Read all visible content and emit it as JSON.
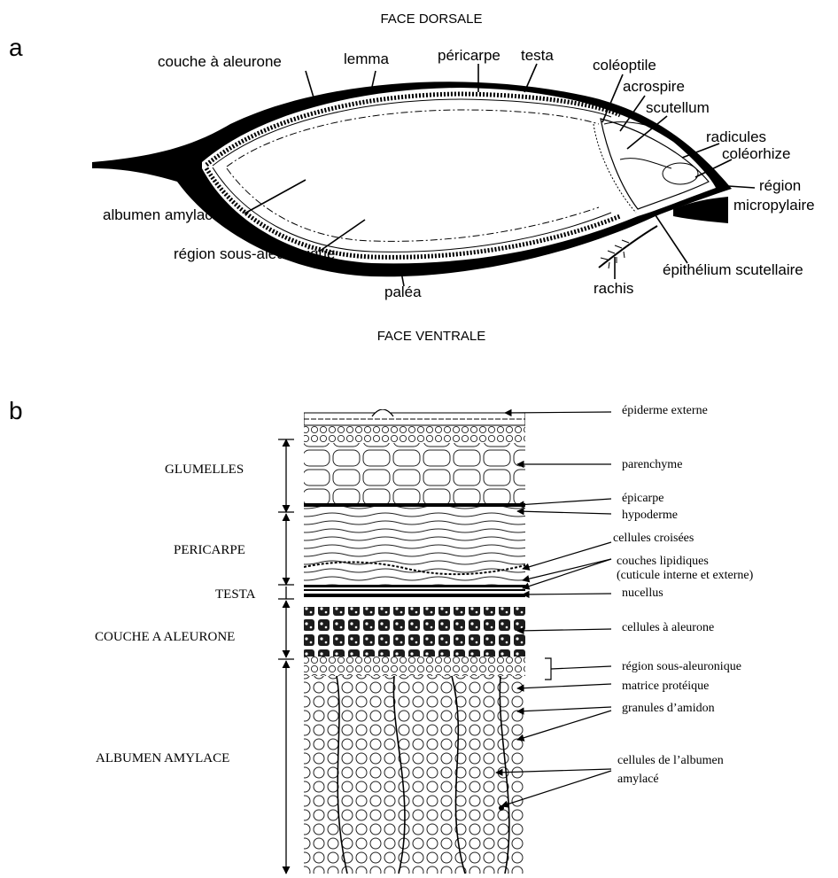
{
  "panel_a": {
    "letter": "a",
    "top_heading": "FACE DORSALE",
    "bottom_heading": "FACE VENTRALE",
    "labels": {
      "couche_aleurone": "couche à aleurone",
      "lemma": "lemma",
      "pericarpe": "péricarpe",
      "testa": "testa",
      "coleoptile": "coléoptile",
      "acrospire": "acrospire",
      "scutellum": "scutellum",
      "radicules": "radicules",
      "coleorhize": "coléorhize",
      "region_line1": "région",
      "region_line2": "micropylaire",
      "albumen": "albumen amylacé",
      "region_sous": "région sous-aleuronique",
      "palea": "paléa",
      "rachis": "rachis",
      "epithelium": "épithélium scutellaire"
    }
  },
  "panel_b": {
    "letter": "b",
    "left_labels": {
      "glumelles": "GLUMELLES",
      "pericarpe": "PERICARPE",
      "testa": "TESTA",
      "couche": "COUCHE A ALEURONE",
      "albumen": "ALBUMEN AMYLACE"
    },
    "right_labels": {
      "epiderme": "épiderme externe",
      "parenchyme": "parenchyme",
      "epicarpe": "épicarpe",
      "hypoderme": "hypoderme",
      "cellules_croisees": "cellules croisées",
      "couches_lipidiques_1": "couches lipidiques",
      "couches_lipidiques_2": "(cuticule interne et externe)",
      "nucellus": "nucellus",
      "cellules_aleurone": "cellules à aleurone",
      "region_sous": "région sous-aleuronique",
      "matrice": "matrice protéique",
      "granules": "granules d’amidon",
      "cellules_albumen_1": "cellules de l’albumen",
      "cellules_albumen_2": "amylacé"
    }
  }
}
